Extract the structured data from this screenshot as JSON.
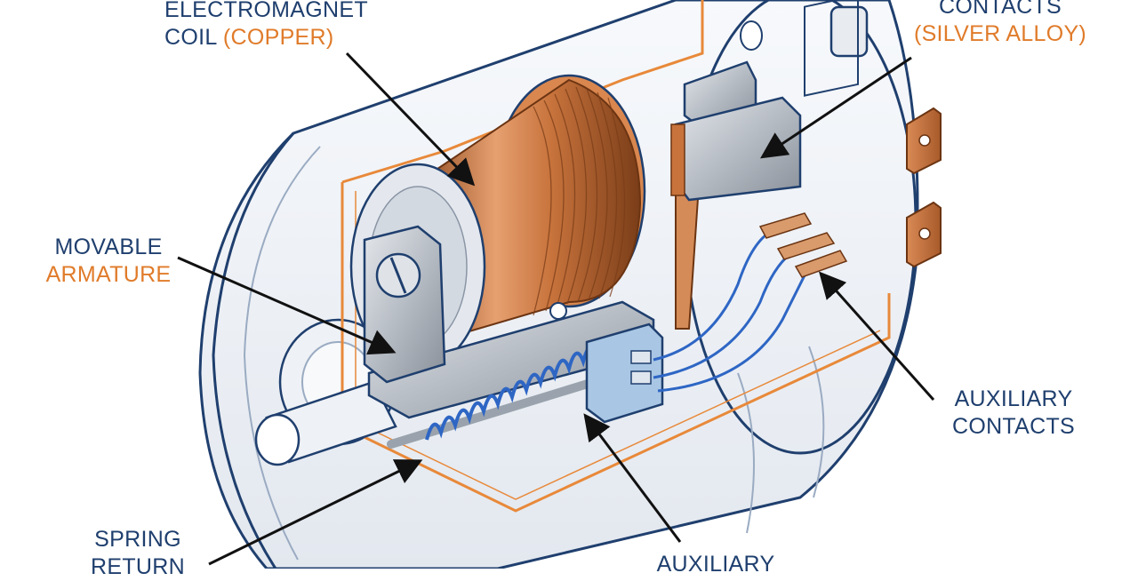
{
  "colors": {
    "label_primary": "#1f3f6e",
    "label_accent": "#e07b2a",
    "copper": "#c8733c",
    "housing_outline": "#1f3f6e",
    "housing_fill": "#f2f5f9",
    "cutaway_edge": "#e8893a",
    "spring": "#2e66c4",
    "metal": "#b9bfc7",
    "leader": "#111111"
  },
  "labels": {
    "coil": {
      "line1": "ELECTROMAGNET",
      "line2_a": "COIL ",
      "line2_b": "(COPPER)"
    },
    "contacts": {
      "line1": "CONTACTS",
      "line2": "(SILVER ALLOY)"
    },
    "armature": {
      "line1": "MOVABLE",
      "line2": "ARMATURE"
    },
    "auxiliary_right": {
      "line1": "AUXILIARY",
      "line2": "CONTACTS"
    },
    "spring": {
      "line1": "SPRING",
      "line2": "RETURN"
    },
    "auxiliary_bottom": {
      "line1": "AUXILIARY"
    }
  },
  "icons": {
    "callout_arrow": "arrow-icon",
    "terminal": "terminal-tab-icon",
    "screw": "screw-icon"
  }
}
